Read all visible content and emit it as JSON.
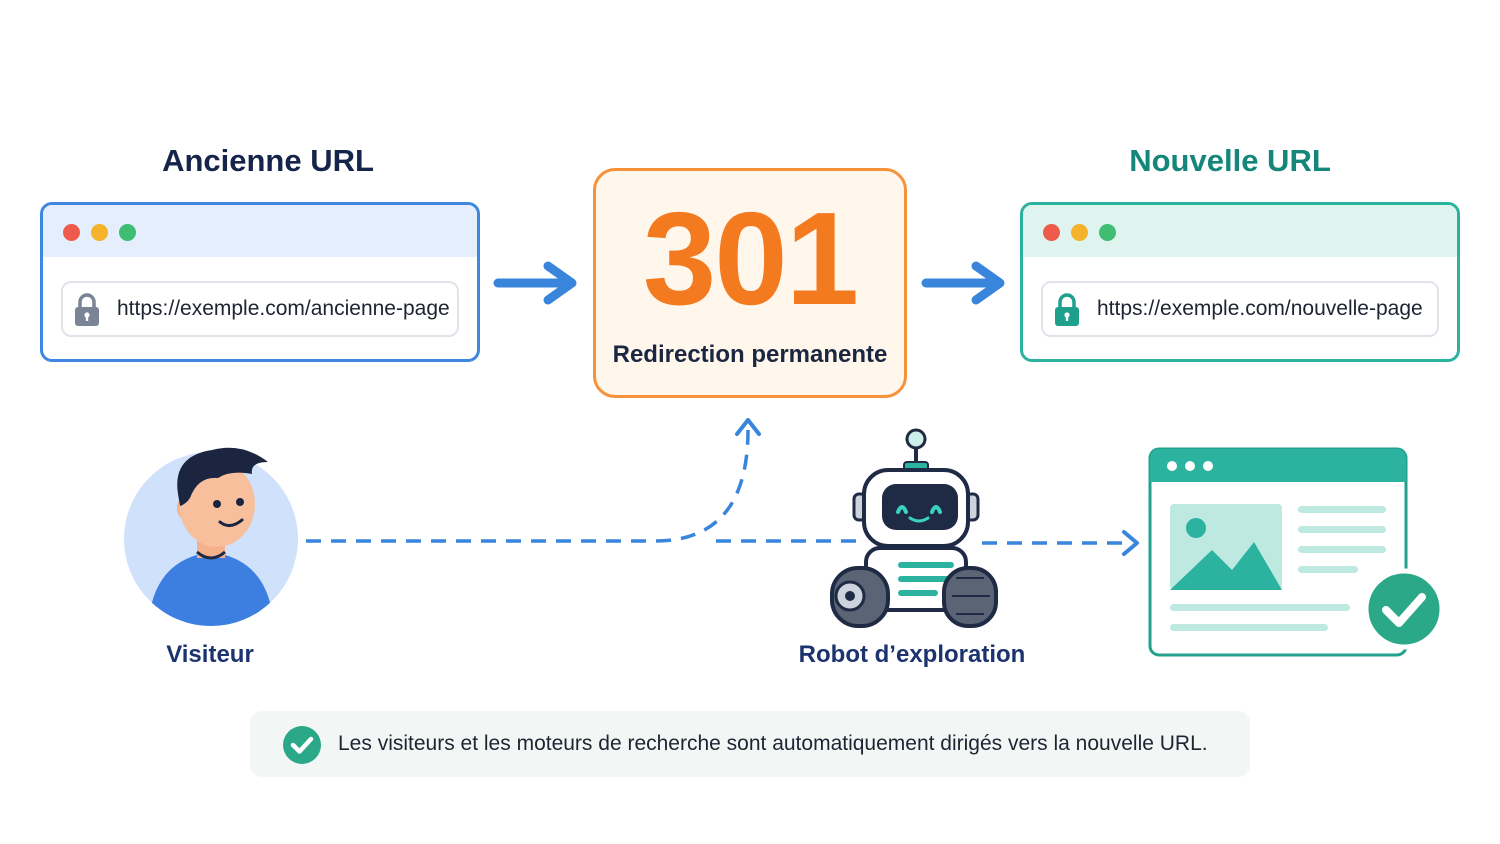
{
  "old_url": {
    "title": "Ancienne URL",
    "url": "https://exemple.com/ancienne-page"
  },
  "new_url": {
    "title": "Nouvelle URL",
    "url": "https://exemple.com/nouvelle-page"
  },
  "redirect": {
    "code": "301",
    "label": "Redirection permanente"
  },
  "actors": {
    "visitor": "Visiteur",
    "crawler": "Robot d’exploration"
  },
  "footer": {
    "text": "Les visiteurs et les moteurs de recherche sont automatiquement dirigés vers la nouvelle URL."
  },
  "colors": {
    "old_accent": "#3f86e0",
    "new_accent": "#2bb3a0",
    "redirect_accent": "#f47a1f",
    "title_old": "#15244a",
    "title_new": "#14877a",
    "arrow": "#3a85dc",
    "check": "#2aa888"
  },
  "icons": [
    "lock-icon",
    "window-dots",
    "arrow-right-icon",
    "visitor-avatar",
    "robot-icon",
    "webpage-icon",
    "checkmark-icon"
  ]
}
